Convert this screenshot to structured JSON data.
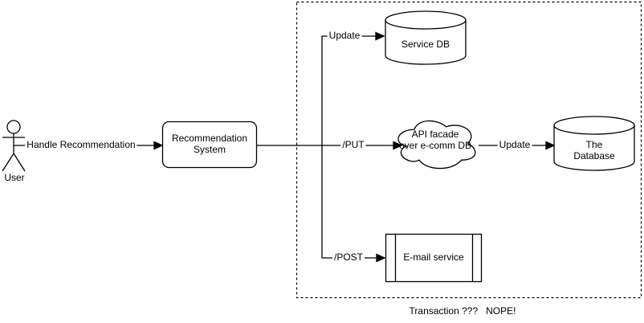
{
  "diagram": {
    "actor": {
      "label": "User"
    },
    "nodes": {
      "recommendation_system": "Recommendation\nSystem",
      "service_db": "Service DB",
      "api_facade": "API facade\nover e-comm DB",
      "the_database": "The Database",
      "email_service": "E-mail service"
    },
    "edges": {
      "handle_recommendation": "Handle Recommendation",
      "update_service": "Update",
      "put": "/PUT",
      "update_database": "Update",
      "post": "/POST"
    },
    "caption": "Transaction ???   NOPE!",
    "colors": {
      "stroke": "#000000",
      "fill": "#ffffff",
      "text": "#000000",
      "background": "#ffffff"
    }
  }
}
